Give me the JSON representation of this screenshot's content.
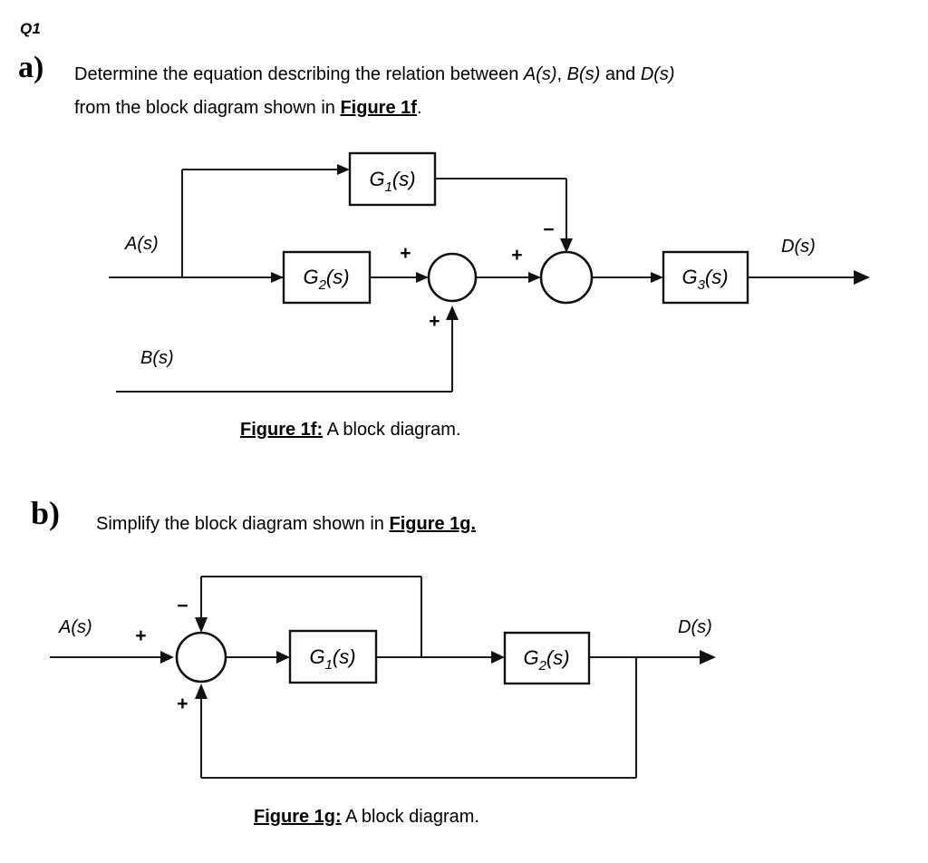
{
  "question": {
    "number": "Q1",
    "parts": [
      {
        "marker": "a)",
        "line1_pre": "Determine the equation describing the relation between ",
        "sym_a": "A(s)",
        "sep1": ", ",
        "sym_b": "B(s)",
        "sep2": " and ",
        "sym_d": "D(s)",
        "line2_pre": "from the block diagram shown in ",
        "line2_ref": "Figure 1f",
        "line2_post": "."
      },
      {
        "marker": "b)",
        "text_pre": "Simplify the block diagram shown in ",
        "text_ref": "Figure 1g.",
        "text_post": ""
      }
    ]
  },
  "figures": [
    {
      "id": "1f",
      "caption_ref": "Figure 1f:",
      "caption_text": " A block diagram.",
      "inputs": [
        "A(s)",
        "B(s)"
      ],
      "output": "D(s)",
      "blocks": [
        "G1(s)",
        "G2(s)",
        "G3(s)"
      ],
      "block_labels": [
        {
          "g": "G",
          "sub": "1",
          "tail": "(s)"
        },
        {
          "g": "G",
          "sub": "2",
          "tail": "(s)"
        },
        {
          "g": "G",
          "sub": "3",
          "tail": "(s)"
        }
      ],
      "summing_junctions": [
        {
          "name": "sum-1",
          "signs": [
            "+",
            "+"
          ]
        },
        {
          "name": "sum-2",
          "signs": [
            "+",
            "−"
          ]
        }
      ],
      "signs": {
        "sum1_left": "+",
        "sum1_bottom": "+",
        "sum2_left": "+",
        "sum2_top": "−"
      }
    },
    {
      "id": "1g",
      "caption_ref": "Figure 1g:",
      "caption_text": " A block diagram.",
      "inputs": [
        "A(s)"
      ],
      "output": "D(s)",
      "blocks": [
        "G1(s)",
        "G2(s)"
      ],
      "block_labels": [
        {
          "g": "G",
          "sub": "1",
          "tail": "(s)"
        },
        {
          "g": "G",
          "sub": "2",
          "tail": "(s)"
        }
      ],
      "summing_junctions": [
        {
          "name": "sum-1",
          "signs": [
            "+",
            "−",
            "+"
          ]
        }
      ],
      "signs": {
        "sum_left": "+",
        "sum_top": "−",
        "sum_bottom": "+"
      }
    }
  ],
  "colors": {
    "ink": "#111111",
    "paper": "#ffffff"
  }
}
